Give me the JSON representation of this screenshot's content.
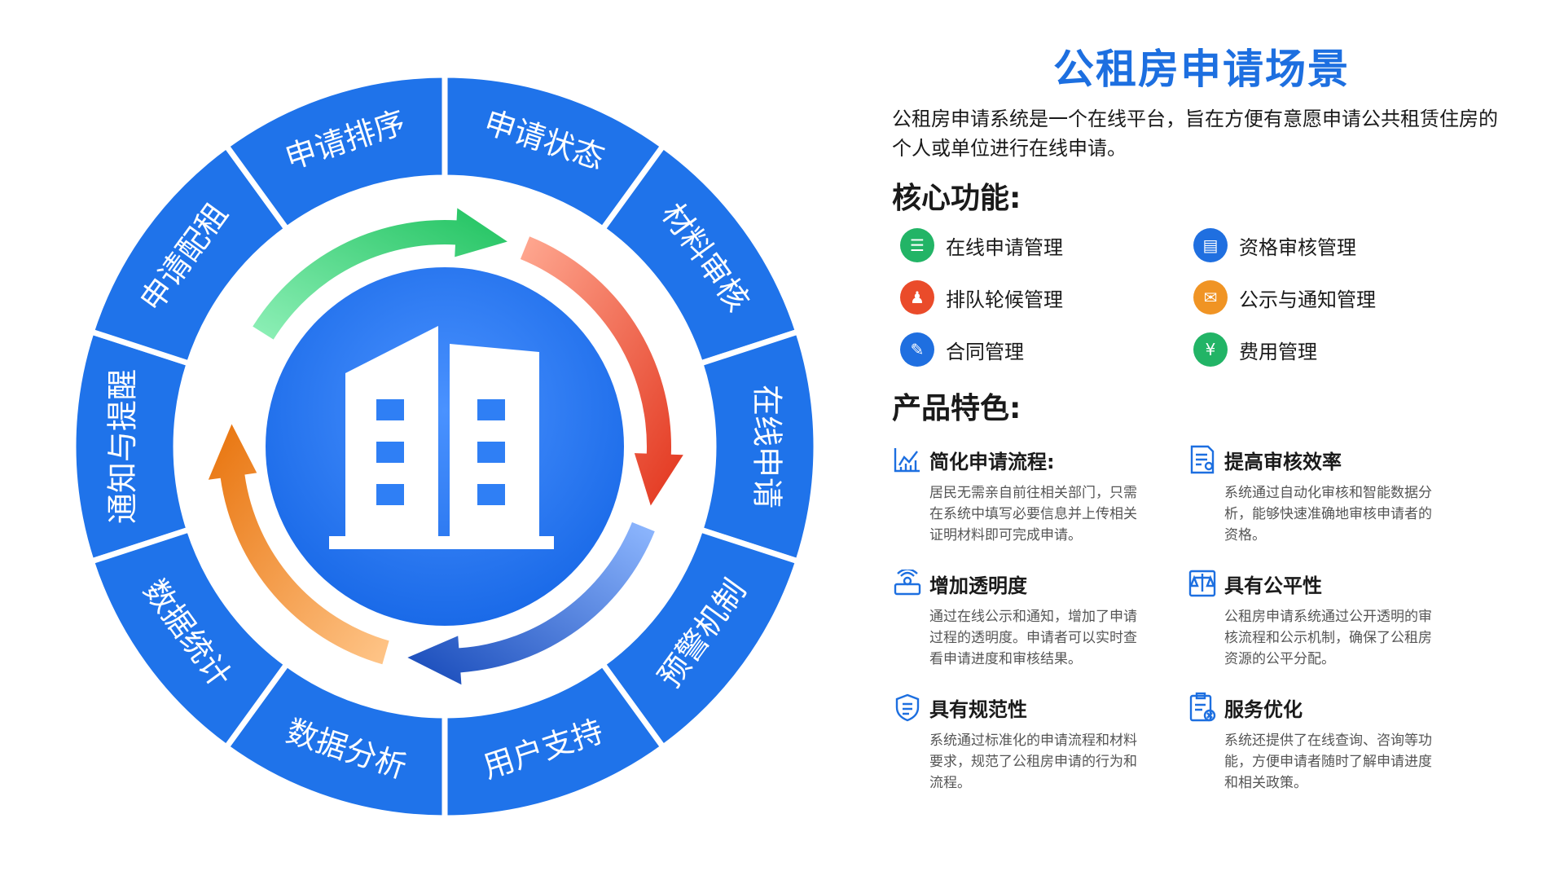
{
  "wheel": {
    "segments": [
      {
        "label": "通知与提醒"
      },
      {
        "label": "申请配租"
      },
      {
        "label": "申请排序"
      },
      {
        "label": "申请状态"
      },
      {
        "label": "材料审核"
      },
      {
        "label": "在线申请"
      },
      {
        "label": "预警机制"
      },
      {
        "label": "用户支持"
      },
      {
        "label": "数据分析"
      },
      {
        "label": "数据统计"
      }
    ],
    "colors": {
      "ring": "#1f73ea",
      "ring_edge": "#ffffff",
      "center": "#2f7ff5"
    },
    "arrows": [
      {
        "name": "green",
        "from": "#8ff0b8",
        "to": "#1fc25f"
      },
      {
        "name": "red",
        "from": "#ffa992",
        "to": "#e2341c"
      },
      {
        "name": "blue",
        "from": "#8fb8ff",
        "to": "#1548b8"
      },
      {
        "name": "orange",
        "from": "#ffc68a",
        "to": "#e8730c"
      }
    ]
  },
  "panel": {
    "title": "公租房申请场景",
    "intro": "公租房申请系统是一个在线平台，旨在方便有意愿申请公共租赁住房的个人或单位进行在线申请。",
    "core_heading": "核心功能:",
    "functions": [
      {
        "label": "在线申请管理",
        "icon": "form-icon",
        "color": "#22b466"
      },
      {
        "label": "资格审核管理",
        "icon": "id-card-icon",
        "color": "#1f6fe0"
      },
      {
        "label": "排队轮候管理",
        "icon": "queue-icon",
        "color": "#ea4b2a"
      },
      {
        "label": "公示与通知管理",
        "icon": "notice-icon",
        "color": "#f09424"
      },
      {
        "label": "合同管理",
        "icon": "contract-icon",
        "color": "#1f6fe0"
      },
      {
        "label": "费用管理",
        "icon": "fee-icon",
        "color": "#22b466"
      }
    ],
    "feature_heading": "产品特色:",
    "features": [
      {
        "title": "简化申请流程:",
        "desc": "居民无需亲自前往相关部门，只需在系统中填写必要信息并上传相关证明材料即可完成申请。",
        "icon": "chart-icon"
      },
      {
        "title": "提高审核效率",
        "desc": "系统通过自动化审核和智能数据分析，能够快速准确地审核申请者的资格。",
        "icon": "document-user-icon"
      },
      {
        "title": "增加透明度",
        "desc": "通过在线公示和通知，增加了申请过程的透明度。申请者可以实时查看申请进度和审核结果。",
        "icon": "broadcast-icon"
      },
      {
        "title": "具有公平性",
        "desc": "公租房申请系统通过公开透明的审核流程和公示机制，确保了公租房资源的公平分配。",
        "icon": "scale-icon"
      },
      {
        "title": "具有规范性",
        "desc": "系统通过标准化的申请流程和材料要求，规范了公租房申请的行为和流程。",
        "icon": "shield-list-icon"
      },
      {
        "title": "服务优化",
        "desc": "系统还提供了在线查询、咨询等功能，方便申请者随时了解申请进度和相关政策。",
        "icon": "clipboard-tools-icon"
      }
    ],
    "accent_color": "#1d6fe0"
  }
}
